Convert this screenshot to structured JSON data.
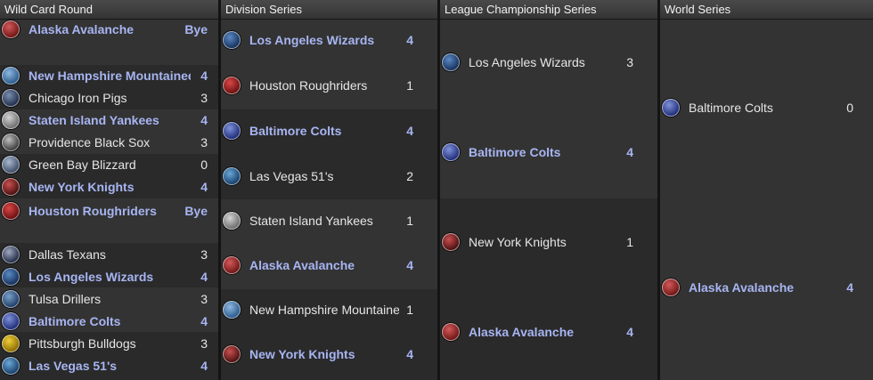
{
  "rounds": [
    {
      "title": "Wild Card Round",
      "teams": [
        {
          "name": "Alaska Avalanche",
          "score": "Bye",
          "winner": true,
          "logo": "ava"
        },
        {
          "name": "New Hampshire Mountaineers",
          "score": "4",
          "winner": true,
          "logo": "nhm"
        },
        {
          "name": "Chicago Iron Pigs",
          "score": "3",
          "winner": false,
          "logo": "chi"
        },
        {
          "name": "Staten Island Yankees",
          "score": "4",
          "winner": true,
          "logo": "sty"
        },
        {
          "name": "Providence Black Sox",
          "score": "3",
          "winner": false,
          "logo": "prv"
        },
        {
          "name": "Green Bay Blizzard",
          "score": "0",
          "winner": false,
          "logo": "gbb"
        },
        {
          "name": "New York Knights",
          "score": "4",
          "winner": true,
          "logo": "nyk"
        },
        {
          "name": "Houston Roughriders",
          "score": "Bye",
          "winner": true,
          "logo": "hou"
        },
        {
          "name": "Dallas Texans",
          "score": "3",
          "winner": false,
          "logo": "dal"
        },
        {
          "name": "Los Angeles Wizards",
          "score": "4",
          "winner": true,
          "logo": "law"
        },
        {
          "name": "Tulsa Drillers",
          "score": "3",
          "winner": false,
          "logo": "tul"
        },
        {
          "name": "Baltimore Colts",
          "score": "4",
          "winner": true,
          "logo": "bal"
        },
        {
          "name": "Pittsburgh Bulldogs",
          "score": "3",
          "winner": false,
          "logo": "pit"
        },
        {
          "name": "Las Vegas 51's",
          "score": "4",
          "winner": true,
          "logo": "lvs"
        }
      ]
    },
    {
      "title": "Division Series",
      "teams": [
        {
          "name": "Los Angeles Wizards",
          "score": "4",
          "winner": true,
          "logo": "law"
        },
        {
          "name": "Houston Roughriders",
          "score": "1",
          "winner": false,
          "logo": "hou"
        },
        {
          "name": "Baltimore Colts",
          "score": "4",
          "winner": true,
          "logo": "bal"
        },
        {
          "name": "Las Vegas 51's",
          "score": "2",
          "winner": false,
          "logo": "lvs"
        },
        {
          "name": "Staten Island Yankees",
          "score": "1",
          "winner": false,
          "logo": "sty"
        },
        {
          "name": "Alaska Avalanche",
          "score": "4",
          "winner": true,
          "logo": "ava"
        },
        {
          "name": "New Hampshire Mountaineers",
          "score": "1",
          "winner": false,
          "logo": "nhm"
        },
        {
          "name": "New York Knights",
          "score": "4",
          "winner": true,
          "logo": "nyk"
        }
      ]
    },
    {
      "title": "League Championship Series",
      "teams": [
        {
          "name": "Los Angeles Wizards",
          "score": "3",
          "winner": false,
          "logo": "law"
        },
        {
          "name": "Baltimore Colts",
          "score": "4",
          "winner": true,
          "logo": "bal"
        },
        {
          "name": "New York Knights",
          "score": "1",
          "winner": false,
          "logo": "nyk"
        },
        {
          "name": "Alaska Avalanche",
          "score": "4",
          "winner": true,
          "logo": "ava"
        }
      ]
    },
    {
      "title": "World Series",
      "teams": [
        {
          "name": "Baltimore Colts",
          "score": "0",
          "winner": false,
          "logo": "bal"
        },
        {
          "name": "Alaska Avalanche",
          "score": "4",
          "winner": true,
          "logo": "ava"
        }
      ]
    }
  ],
  "colors": {
    "winner_text": "#a7b5f2",
    "normal_text": "#e6e6e6",
    "band_light": "#333333",
    "band_dark": "#2a2a2a"
  }
}
